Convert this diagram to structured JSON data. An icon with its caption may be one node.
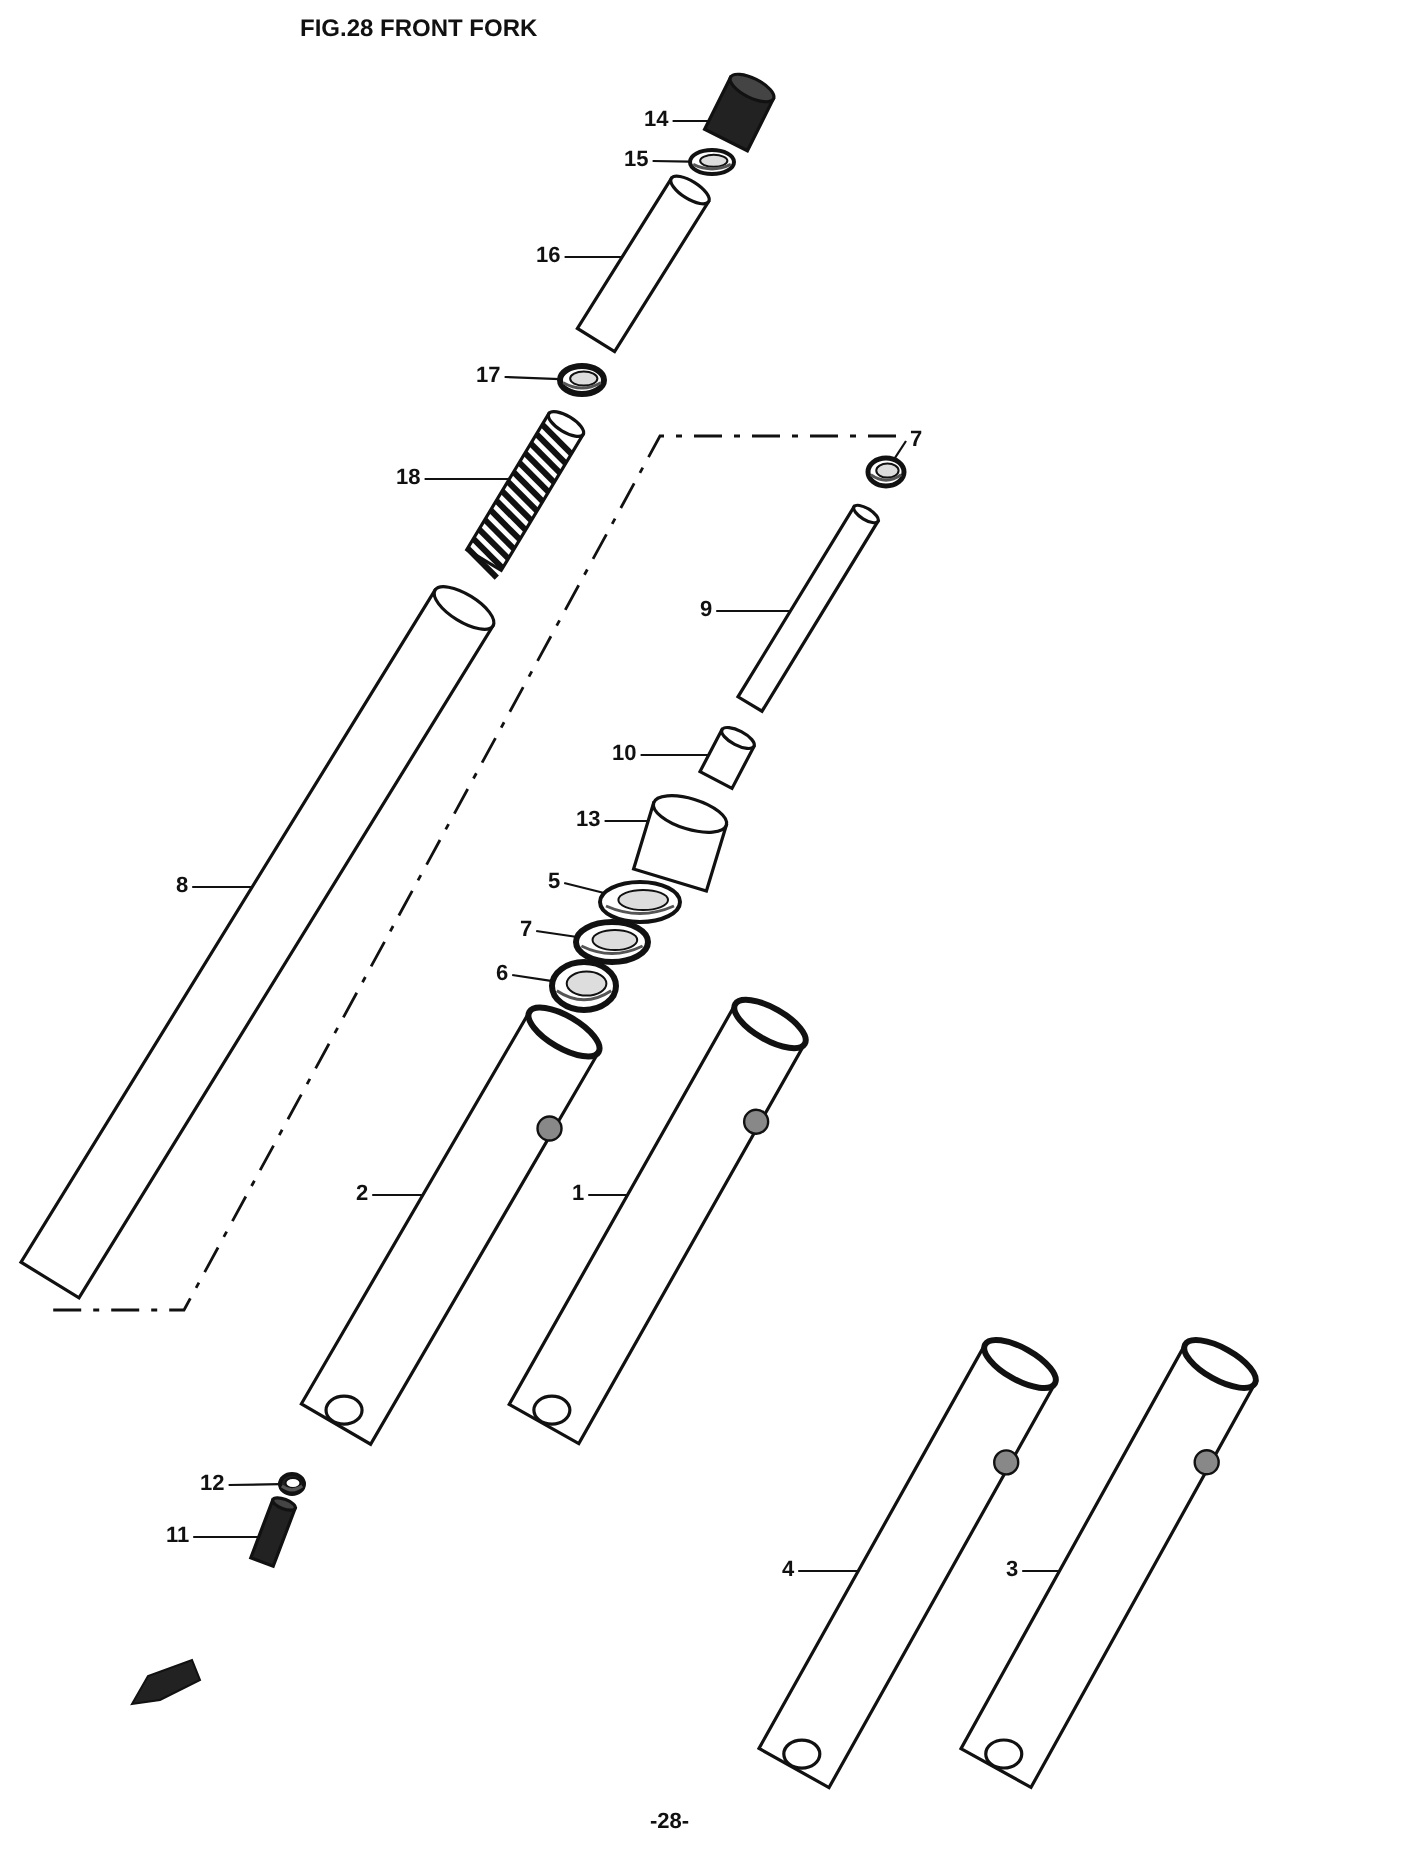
{
  "diagram": {
    "title": "FIG.28 FRONT FORK",
    "nodes": [
      {
        "text": [
          "14"
        ]
      },
      {
        "text": [],
        "shape": "picture"
      },
      {
        "text": [
          "15"
        ]
      },
      {
        "text": [],
        "shape": "picture"
      },
      {
        "text": [
          "16"
        ]
      },
      {
        "text": [],
        "shape": "picture"
      },
      {
        "text": [
          "17"
        ]
      },
      {
        "text": [],
        "shape": "picture"
      },
      {
        "text": [
          "18"
        ]
      },
      {
        "text": [],
        "shape": "picture"
      },
      {
        "text": [
          "8"
        ]
      },
      {
        "text": [],
        "shape": "picture"
      },
      {
        "text": [
          "7"
        ]
      },
      {
        "text": [],
        "shape": "picture"
      },
      {
        "text": [
          "9"
        ]
      },
      {
        "text": [],
        "shape": "picture"
      },
      {
        "text": [
          "10"
        ]
      },
      {
        "text": [],
        "shape": "picture"
      },
      {
        "text": [
          "13"
        ]
      },
      {
        "text": [],
        "shape": "picture"
      },
      {
        "text": [
          "5"
        ]
      },
      {
        "text": [],
        "shape": "picture"
      },
      {
        "text": [
          "7"
        ]
      },
      {
        "text": [],
        "shape": "picture"
      },
      {
        "text": [
          "6"
        ]
      },
      {
        "text": [],
        "shape": "picture"
      },
      {
        "text": [
          "2"
        ]
      },
      {
        "text": [],
        "shape": "picture"
      },
      {
        "text": [
          "1"
        ]
      },
      {
        "text": [],
        "shape": "picture"
      },
      {
        "text": [
          "12"
        ]
      },
      {
        "text": [],
        "shape": "picture"
      },
      {
        "text": [
          "11"
        ]
      },
      {
        "text": [],
        "shape": "picture"
      },
      {
        "text": [
          "4"
        ]
      },
      {
        "text": [],
        "shape": "picture"
      },
      {
        "text": [
          "3"
        ]
      },
      {
        "text": [],
        "shape": "picture"
      }
    ],
    "edges": [
      {
        "from": 0,
        "to": 1,
        "arrow": "none"
      },
      {
        "from": 2,
        "to": 3,
        "arrow": "none"
      },
      {
        "from": 4,
        "to": 5,
        "arrow": "none"
      },
      {
        "from": 6,
        "to": 7,
        "arrow": "none"
      },
      {
        "from": 8,
        "to": 9,
        "arrow": "none"
      },
      {
        "from": 10,
        "to": 11,
        "arrow": "none"
      },
      {
        "from": 12,
        "to": 13,
        "arrow": "none"
      },
      {
        "from": 14,
        "to": 15,
        "arrow": "none"
      },
      {
        "from": 16,
        "to": 17,
        "arrow": "none"
      },
      {
        "from": 18,
        "to": 19,
        "arrow": "none"
      },
      {
        "from": 20,
        "to": 21,
        "arrow": "none"
      },
      {
        "from": 22,
        "to": 23,
        "arrow": "none"
      },
      {
        "from": 24,
        "to": 25,
        "arrow": "none"
      },
      {
        "from": 26,
        "to": 27,
        "arrow": "none"
      },
      {
        "from": 28,
        "to": 29,
        "arrow": "none"
      },
      {
        "from": 30,
        "to": 31,
        "arrow": "none"
      },
      {
        "from": 32,
        "to": 33,
        "arrow": "none"
      },
      {
        "from": 34,
        "to": 35,
        "arrow": "none"
      },
      {
        "from": 36,
        "to": 37,
        "arrow": "none"
      }
    ],
    "labels": [
      "-28-"
    ]
  }
}
